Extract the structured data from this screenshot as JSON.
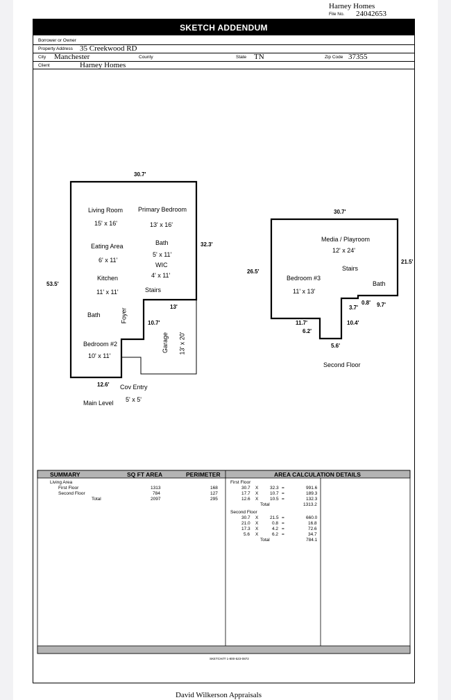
{
  "header": {
    "company": "Harney Homes",
    "file_no_label": "File No.",
    "file_no": "24042653"
  },
  "title": "SKETCH ADDENDUM",
  "form": {
    "borrower_label": "Borrower or Owner",
    "borrower": "",
    "property_label": "Property Address",
    "property": "35 Creekwood RD",
    "city_label": "City",
    "city": "Manchester",
    "county_label": "County",
    "county": "",
    "state_label": "State",
    "state": "TN",
    "zip_label": "Zip Code",
    "zip": "37355",
    "client_label": "Client",
    "client": "Harney Homes"
  },
  "main_level": {
    "title": "Main Level",
    "rooms": {
      "living": "Living Room",
      "living_dim": "15' x 16'",
      "primary": "Primary Bedroom",
      "primary_dim": "13' x 16'",
      "eating": "Eating Area",
      "eating_dim": "6' x 11'",
      "bath1": "Bath",
      "bath1_dim": "5' x 11'",
      "wic": "WIC",
      "wic_dim": "4' x 11'",
      "kitchen": "Kitchen",
      "kitchen_dim": "11' x 11'",
      "stairs": "Stairs",
      "bath2": "Bath",
      "foyer": "Foyer",
      "bed2": "Bedroom #2",
      "bed2_dim": "10' x 11'",
      "garage": "Garage",
      "garage_dim": "13' x 20'",
      "cov": "Cov Entry",
      "cov_dim": "5' x 5'"
    },
    "dims": {
      "top": "30.7'",
      "right": "32.3'",
      "left": "53.5'",
      "garage_top": "13'",
      "garage_left": "10.7'",
      "bottom": "12.6'"
    }
  },
  "second_floor": {
    "title": "Second Floor",
    "rooms": {
      "media": "Media / Playroom",
      "media_dim": "12' x 24'",
      "stairs": "Stairs",
      "bed3": "Bedroom #3",
      "bed3_dim": "11' x 13'",
      "bath": "Bath"
    },
    "dims": {
      "top": "30.7'",
      "left": "26.5'",
      "right": "21.5'",
      "d08": "0.8'",
      "d97": "9.7'",
      "d37": "3.7'",
      "d104": "10.4'",
      "d117": "11.7'",
      "d62": "6.2'",
      "d56": "5.6'"
    }
  },
  "summary": {
    "headers": {
      "summary": "SUMMARY",
      "area": "SQ FT AREA",
      "perimeter": "PERIMETER",
      "details": "AREA CALCULATION DETAILS"
    },
    "living_area": "Living Area",
    "rows": [
      {
        "label": "First Floor",
        "area": "1313",
        "perimeter": "168"
      },
      {
        "label": "Second Floor",
        "area": "784",
        "perimeter": "127"
      },
      {
        "label": "Total",
        "area": "2097",
        "perimeter": "295"
      }
    ],
    "first_floor": {
      "label": "First Floor",
      "rows": [
        {
          "a": "30.7",
          "x": "X",
          "b": "32.3",
          "eq": "=",
          "r": "991.6"
        },
        {
          "a": "17.7",
          "x": "X",
          "b": "10.7",
          "eq": "=",
          "r": "189.3"
        },
        {
          "a": "12.6",
          "x": "X",
          "b": "10.5",
          "eq": "=",
          "r": "132.3"
        }
      ],
      "total_label": "Total",
      "total": "1313.2"
    },
    "second_floor": {
      "label": "Second Floor",
      "rows": [
        {
          "a": "30.7",
          "x": "X",
          "b": "21.5",
          "eq": "=",
          "r": "660.0"
        },
        {
          "a": "21.0",
          "x": "X",
          "b": "0.8",
          "eq": "=",
          "r": "16.8"
        },
        {
          "a": "17.3",
          "x": "X",
          "b": "4.2",
          "eq": "=",
          "r": "72.6"
        },
        {
          "a": "5.6",
          "x": "X",
          "b": "6.2",
          "eq": "=",
          "r": "34.7"
        }
      ],
      "total_label": "Total",
      "total": "784.1"
    }
  },
  "footer": {
    "sketchit": "SKETCH/IT 1-800-523-0872",
    "appraiser": "David Wilkerson Appraisals"
  }
}
